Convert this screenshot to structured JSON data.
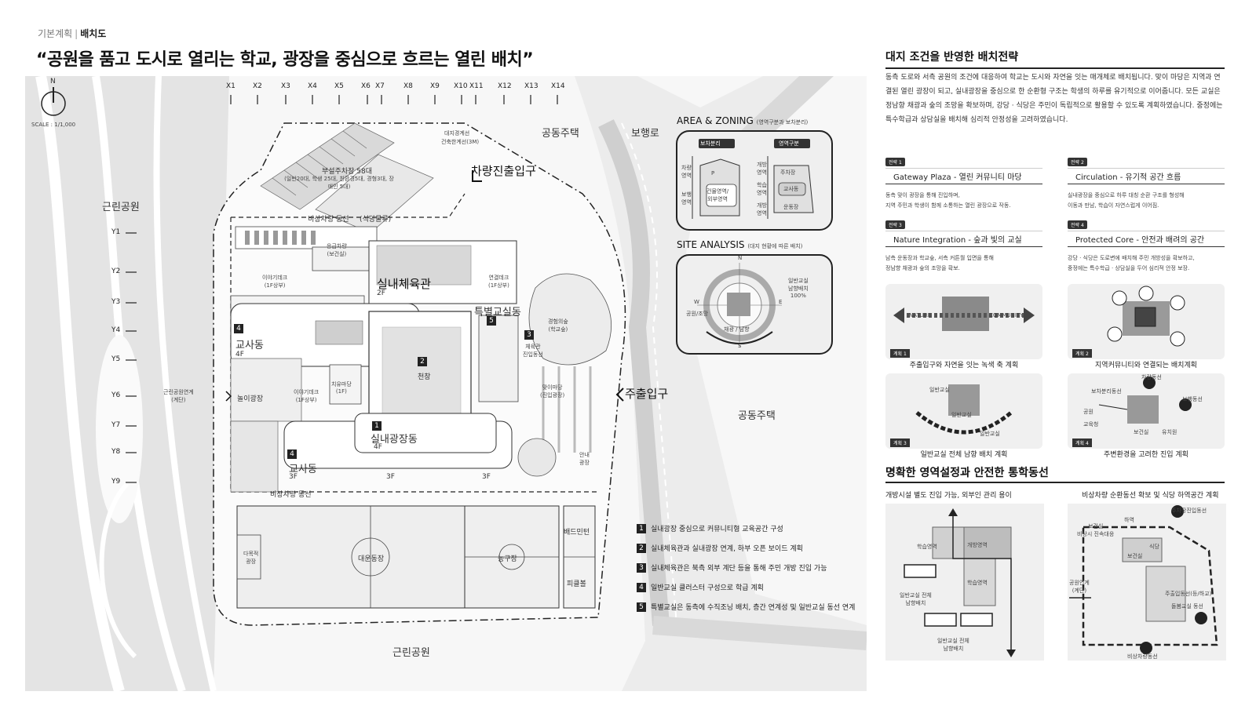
{
  "breadcrumb": {
    "parent": "기본계획",
    "current": "배치도"
  },
  "headline": "“공원을 품고 도시로 열리는 학교, 광장을 중심으로 흐르는 열린 배치”",
  "plan": {
    "north_label": "N",
    "scale": "SCALE : 1/1,000",
    "grid_x": [
      "X1",
      "X2",
      "X3",
      "X4",
      "X5",
      "X6",
      "X7",
      "X8",
      "X9",
      "X10",
      "X11",
      "X12",
      "X13",
      "X14"
    ],
    "grid_y": [
      "Y1",
      "Y2",
      "Y3",
      "Y4",
      "Y5",
      "Y6",
      "Y7",
      "Y8",
      "Y9"
    ],
    "labels": {
      "park_left": "근린공원",
      "park_bottom": "근린공원",
      "apartment_top": "공동주택",
      "apartment_right": "공동주택",
      "pedestrian_road": "보행로",
      "vehicle_entrance": "차량진출입구",
      "main_entrance": "주출입구",
      "boundary_line": "대지경계선",
      "setback_line": "건축한계선(3M)",
      "parking": "부설주차장 58대",
      "parking_detail": "(일반20대, 학생 25대, 친환경5대, 경형3대, 장애인 5대)",
      "emergency_route_top": "비상차량 동선",
      "cafeteria_unload": "(식당물류)",
      "emergency_vehicle": "응급차량\n(보건실)",
      "gym": "실내체육관",
      "gym_floor": "2F",
      "link_deck_1": "이야기데크\n(1F상부)",
      "link_deck_2": "연결데크\n(1F상부)",
      "link_deck_3": "이야기데크\n(1F상부)",
      "special_class": "특별교실동",
      "classroom_top": "교사동",
      "classroom_top_floor": "4F",
      "classroom_bottom": "교사동",
      "classroom_bottom_floor": "3F",
      "healing_yard": "치유마당\n(1F)",
      "play_plaza": "놀이광장",
      "park_link": "근린공원연계\n(계단)",
      "atrium": "천창",
      "plaza_building": "실내광장동",
      "plaza_building_floor": "4F",
      "experience_garden": "경험의숲\n(학교숲)",
      "gym_access": "체육관\n진입동선",
      "welcome_yard": "맞이마당\n(진입광장)",
      "guide_plaza": "안내\n광장",
      "floor_3f_a": "3F",
      "floor_3f_b": "3F",
      "emergency_route_bottom": "비상차량 동선",
      "multi_plaza": "다목적\n광장",
      "field": "대운동장",
      "basketball": "농구장",
      "badminton": "배드민턴",
      "pickleball": "피클볼"
    },
    "markers": [
      "1",
      "2",
      "3",
      "4",
      "5"
    ]
  },
  "zoning": {
    "title": "AREA & ZONING",
    "subtitle": "(영역구분과 보차분리)",
    "left_tag": "보차분리",
    "right_tag": "영역구분",
    "left_labels": [
      "차량\n영역",
      "보행\n영역",
      "P",
      "건물영역/\n외부영역"
    ],
    "right_labels": [
      "개방\n영역",
      "학습\n영역",
      "개방\n영역",
      "주차장",
      "교사동",
      "운동장"
    ]
  },
  "site_analysis": {
    "title": "SITE ANALYSIS",
    "subtitle": "(대지 현황에 따른 배치)",
    "labels": [
      "N",
      "E",
      "S",
      "W",
      "일반교실\n남향배치\n100%",
      "공원/조망",
      "채광 / 남향"
    ]
  },
  "strategy": {
    "title": "대지 조건을 반영한 배치전략",
    "intro": "동측 도로와 서측 공원의 조건에 대응하여 학교는 도시와 자연을 잇는 매개체로 배치됩니다. 맞이 마당은 지역과 연결된 열린 광장이 되고, 실내광장을 중심으로 한 순환형 구조는 학생의 하루를 유기적으로 이어줍니다. 모든 교실은 정남향 채광과 숲의 조망을 확보하며, 강당 · 식당은 주민이 독립적으로 활용할 수 있도록 계획하였습니다. 중정에는 특수학급과 상담실을 배치해 심리적 안정성을 고려하였습니다.",
    "items": [
      {
        "tag": "전략 1",
        "name": "Gateway Plaza  -  열린 커뮤니티 마당",
        "desc": "동측 맞이 광장을 통해 진입하며,\n지역 주민과 학생이 함께 소통하는 열린 광장으로 작동."
      },
      {
        "tag": "전략 2",
        "name": "Circulation  -  유기적 공간 흐름",
        "desc": "실내광장을 중심으로 하루 대칭 순환 구조를 형성해\n이동과 만남, 학습이 자연스럽게 이어짐."
      },
      {
        "tag": "전략 3",
        "name": "Nature Integration  -  숲과 빛의 교실",
        "desc": "남측 운동장과 학교숲, 서측 커튼월 입면을 통해\n정남향 채광과 숲의 조망을 확보."
      },
      {
        "tag": "전략 4",
        "name": "Protected Core  -  안전과 배려의 공간",
        "desc": "강당 · 식당은 도로변에 배치해 주민 개방성을 확보하고,\n중정에는 특수학급 · 상담실을 두어 심리적 안정 보장."
      }
    ],
    "panels": [
      {
        "tag": "계획 1",
        "caption": "주출입구와 자연을 잇는 녹색 축 계획",
        "left": "NATURE",
        "right": "COMMUNITY"
      },
      {
        "tag": "계획 2",
        "caption": "지역커뮤니티와 연결되는 배치계획"
      },
      {
        "tag": "계획 3",
        "caption": "일반교실 전체 남향 배치 계획",
        "labels": [
          "일반교실",
          "일반교실",
          "일반교실"
        ]
      },
      {
        "tag": "계획 4",
        "caption": "주변환경을 고려한 진입 계획",
        "labels": [
          "차량동선",
          "보차분리동선",
          "보행동선",
          "공원",
          "교육청",
          "보건실",
          "유치원"
        ]
      }
    ]
  },
  "circulation": {
    "title": "명확한 영역설정과 안전한 통학동선",
    "left_heading": "개방시설 별도 진입 가능, 외부인 관리 용이",
    "right_heading": "비상차량 순환동선 확보 및 식당 하역공간 계획",
    "left_labels": [
      "학습영역",
      "개방영역",
      "학습영역",
      "일반교실 전체\n남향배치",
      "일반교실 전체\n남향배치"
    ],
    "right_labels": [
      "보건실\n비상시 진속대응",
      "하역",
      "식당",
      "보건실",
      "주차장진입동선",
      "공원연계\n(계단)",
      "주출입동선(등/하교)",
      "돌봄교실 동선",
      "비상차량동선"
    ]
  },
  "legend": [
    {
      "n": "1",
      "text": "실내광장 중심으로 커뮤니티형 교육공간 구성"
    },
    {
      "n": "2",
      "text": "실내체육관과 실내광장 연계, 하부 오픈 보이드 계획"
    },
    {
      "n": "3",
      "text": "실내체육관은 북측 외부 계단 등을 통해 주민 개방 진입 가능"
    },
    {
      "n": "4",
      "text": "일반교실 클러스터 구성으로 학급 계획"
    },
    {
      "n": "5",
      "text": "특별교실은 동측에 수직조닝 배치, 층간 연계성 및 일반교실 동선 연계"
    }
  ],
  "colors": {
    "ink": "#222222",
    "paper": "#ffffff",
    "ground": "#e6e6e6",
    "road": "#d6d6d6",
    "building": "#f4f4f4",
    "dark": "#333333"
  }
}
